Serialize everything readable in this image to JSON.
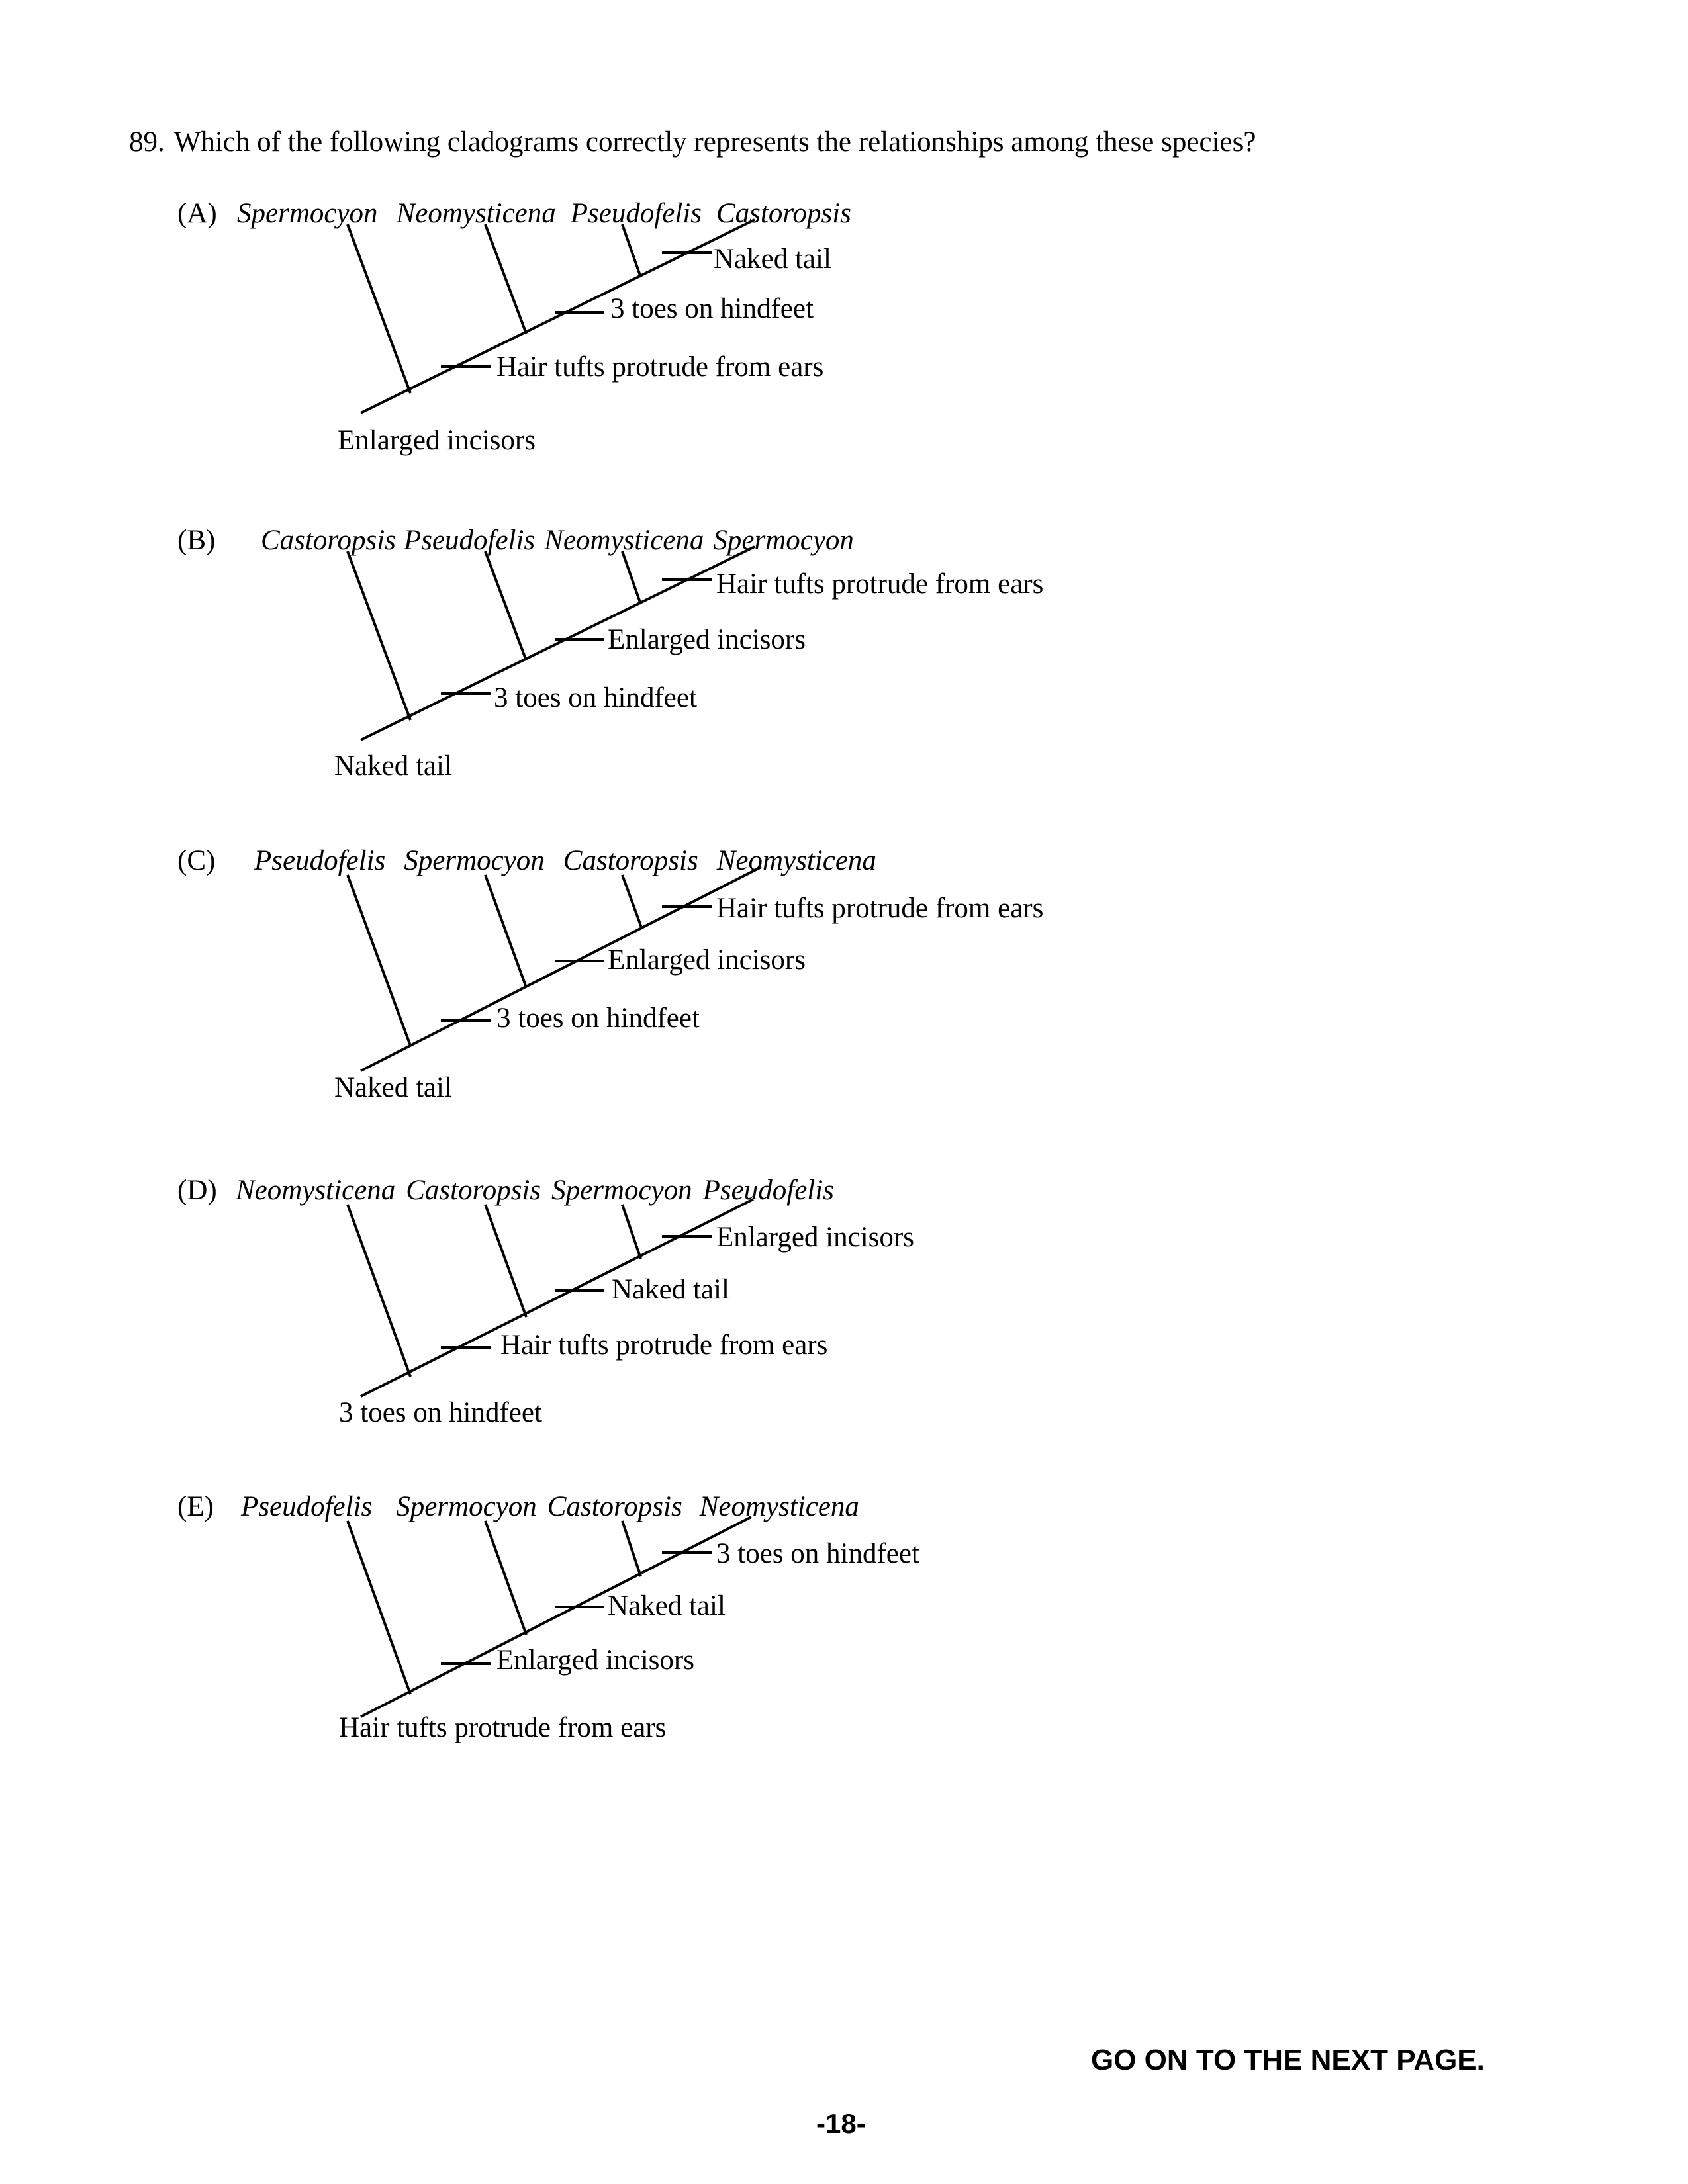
{
  "question": {
    "number": "89.",
    "text": "Which of the following cladograms correctly represents the relationships among these species?"
  },
  "options": [
    {
      "letter": "(A)",
      "species": [
        "Spermocyon",
        "Neomysticena",
        "Pseudofelis",
        "Castoropsis"
      ],
      "traits": [
        "Naked tail",
        "3 toes on hindfeet",
        "Hair tufts protrude from ears",
        "Enlarged incisors"
      ]
    },
    {
      "letter": "(B)",
      "species": [
        "Castoropsis",
        "Pseudofelis",
        "Neomysticena",
        "Spermocyon"
      ],
      "traits": [
        "Hair tufts protrude from ears",
        "Enlarged incisors",
        "3 toes on hindfeet",
        "Naked tail"
      ]
    },
    {
      "letter": "(C)",
      "species": [
        "Pseudofelis",
        "Spermocyon",
        "Castoropsis",
        "Neomysticena"
      ],
      "traits": [
        "Hair tufts protrude from ears",
        "Enlarged incisors",
        "3 toes on hindfeet",
        "Naked tail"
      ]
    },
    {
      "letter": "(D)",
      "species": [
        "Neomysticena",
        "Castoropsis",
        "Spermocyon",
        "Pseudofelis"
      ],
      "traits": [
        "Enlarged incisors",
        "Naked tail",
        "Hair tufts protrude from ears",
        "3 toes on hindfeet"
      ]
    },
    {
      "letter": "(E)",
      "species": [
        "Pseudofelis",
        "Spermocyon",
        "Castoropsis",
        "Neomysticena"
      ],
      "traits": [
        "3 toes on hindfeet",
        "Naked tail",
        "Enlarged incisors",
        "Hair tufts protrude from ears"
      ]
    }
  ],
  "footer": {
    "next": "GO ON TO THE NEXT PAGE.",
    "page": "-18-"
  }
}
